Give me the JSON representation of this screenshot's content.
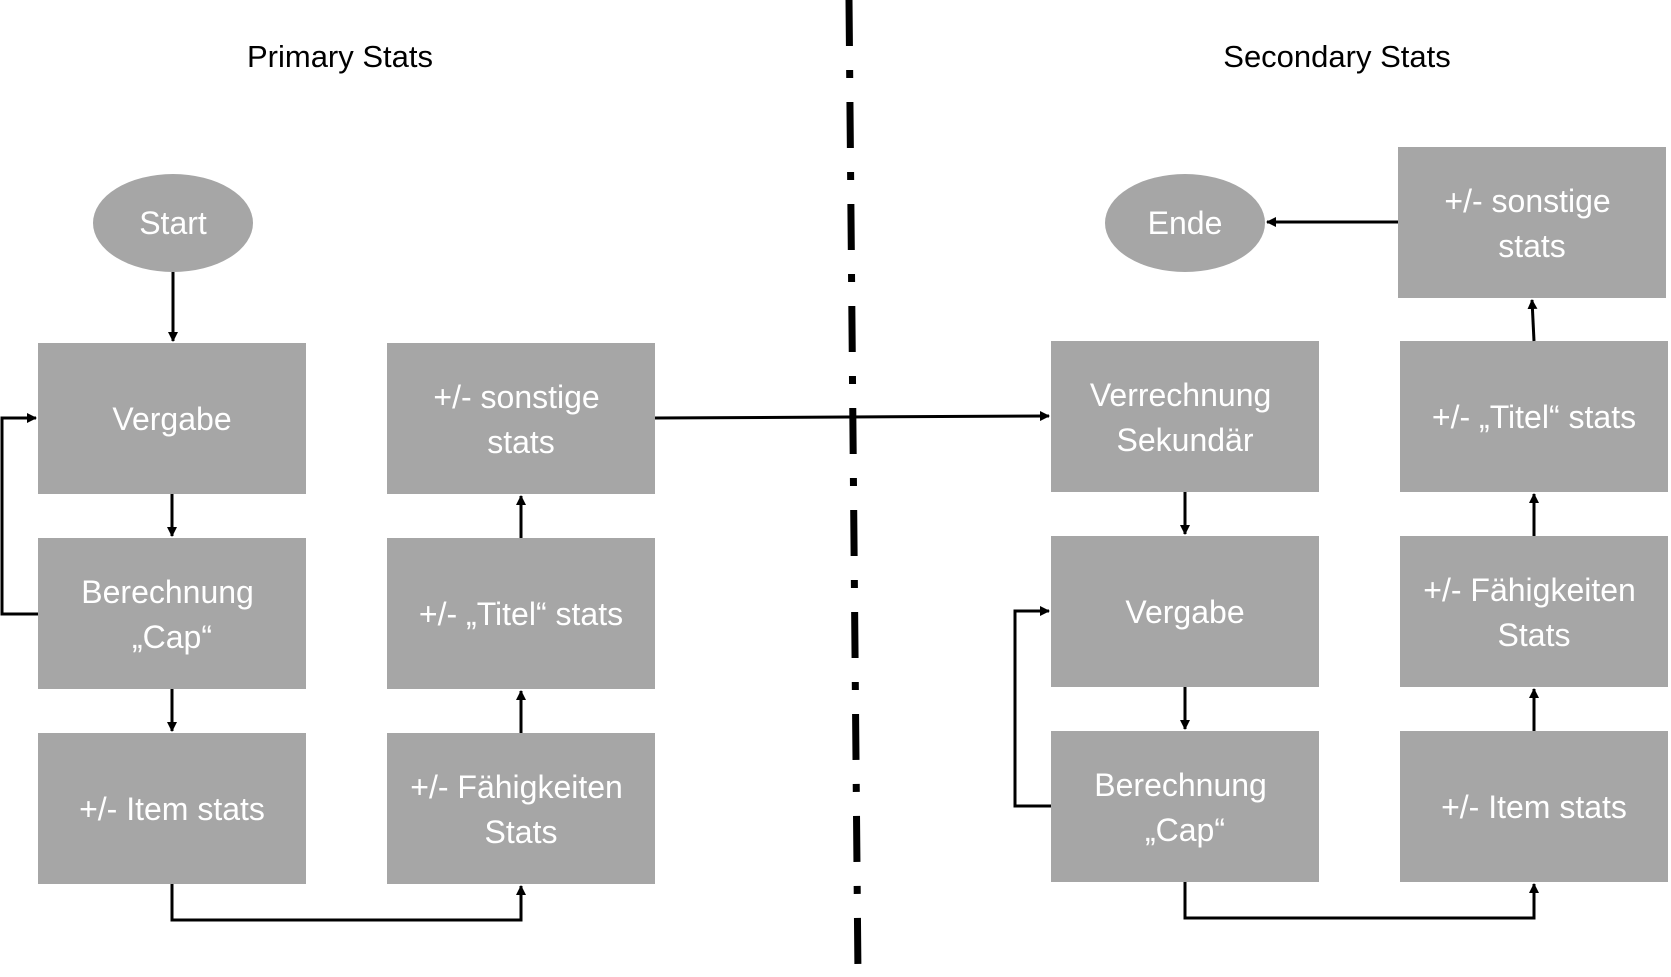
{
  "titles": {
    "primary": "Primary Stats",
    "secondary": "Secondary Stats"
  },
  "primary": {
    "start": "Start",
    "vergabe": "Vergabe",
    "berechnung": [
      "Berechnung",
      "„Cap“"
    ],
    "item_stats": "+/- Item stats",
    "faehigkeiten": [
      "+/- Fähigkeiten",
      "Stats"
    ],
    "titel": "+/- „Titel“ stats",
    "sonstige": [
      "+/- sonstige",
      "stats"
    ]
  },
  "secondary": {
    "verrechnung": [
      "Verrechnung",
      "Sekundär"
    ],
    "vergabe": "Vergabe",
    "berechnung": [
      "Berechnung",
      "„Cap“"
    ],
    "item_stats": "+/- Item stats",
    "faehigkeiten": [
      "+/- Fähigkeiten",
      "Stats"
    ],
    "titel": "+/- „Titel“ stats",
    "sonstige": [
      "+/- sonstige",
      "stats"
    ],
    "ende": "Ende"
  },
  "colors": {
    "node_fill": "#a6a6a6",
    "node_text": "#ffffff",
    "line": "#000000"
  }
}
